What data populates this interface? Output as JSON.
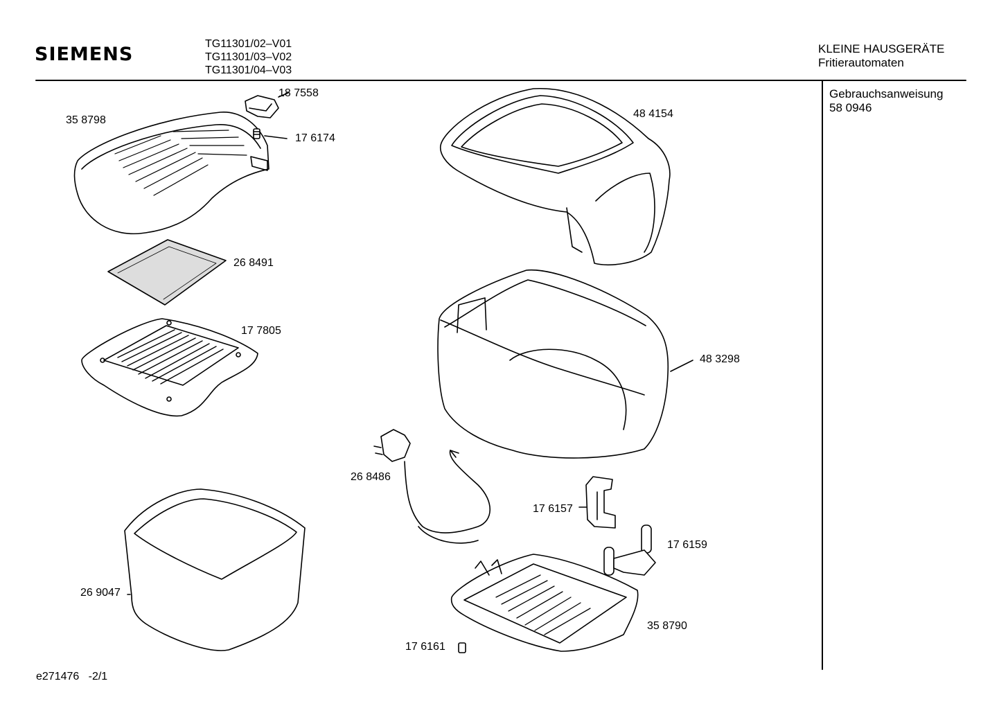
{
  "header": {
    "brand": "SIEMENS",
    "models": [
      "TG11301/02–V01",
      "TG11301/03–V02",
      "TG11301/04–V03"
    ],
    "category": "KLEINE HAUSGERÄTE",
    "subcategory": "Fritierautomaten"
  },
  "sidebar": {
    "doc_label": "Gebrauchsanweisung",
    "doc_number": "58 0946"
  },
  "parts": {
    "p187558": "18 7558",
    "p358798": "35 8798",
    "p176174": "17 6174",
    "p484154": "48 4154",
    "p268491": "26 8491",
    "p177805": "17 7805",
    "p483298": "48 3298",
    "p268486": "26 8486",
    "p176157": "17 6157",
    "p176159": "17 6159",
    "p269047": "26 9047",
    "p358790": "35 8790",
    "p176161": "17 6161"
  },
  "footer": {
    "code": "e271476   -2/1"
  }
}
